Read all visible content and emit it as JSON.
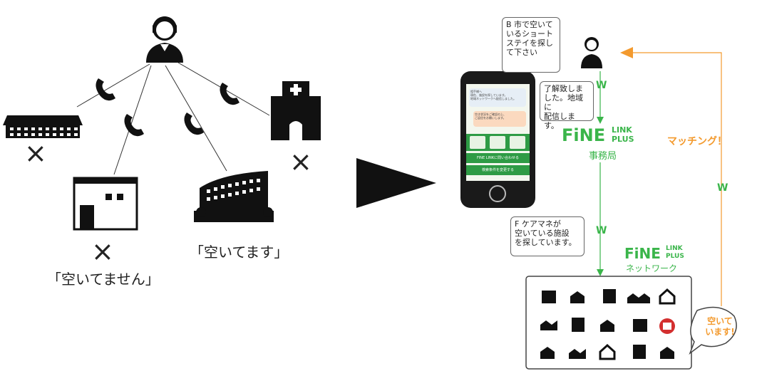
{
  "left": {
    "labels": {
      "not_available": "「空いてません」",
      "available": "「空いてます」"
    },
    "marks": {
      "x1": "×",
      "x2": "×",
      "x3": "×"
    }
  },
  "right": {
    "request_bubble": "B 市で空いて\nいるショート\nステイを探し\nて下さい",
    "ack_bubble": "了解致しま\nした。地域に\n配信します。",
    "search_bubble": "F ケアマネが\n空いている施設\nを探しています。",
    "office_label": "事務局",
    "network_label": "ネットワーク",
    "matching_label": "マッチング！",
    "reply_bubble": "空いて\nいます!",
    "logo_main": "FiNE",
    "logo_link": "LINK",
    "logo_plus": "PLUS",
    "w_mark": "W"
  },
  "phone": {
    "msg1": "相手様へ\n現在、施設を探しています。\n地域ネットワークへ配信しました。",
    "msg2": "空き状況をご確認の上、\nご返信をお願いします。",
    "btn1": "FINE LINKに問い合わせる",
    "btn2": "検索条件を変更する"
  },
  "colors": {
    "green": "#3ab54a",
    "orange": "#f39a2e",
    "black": "#111111"
  }
}
